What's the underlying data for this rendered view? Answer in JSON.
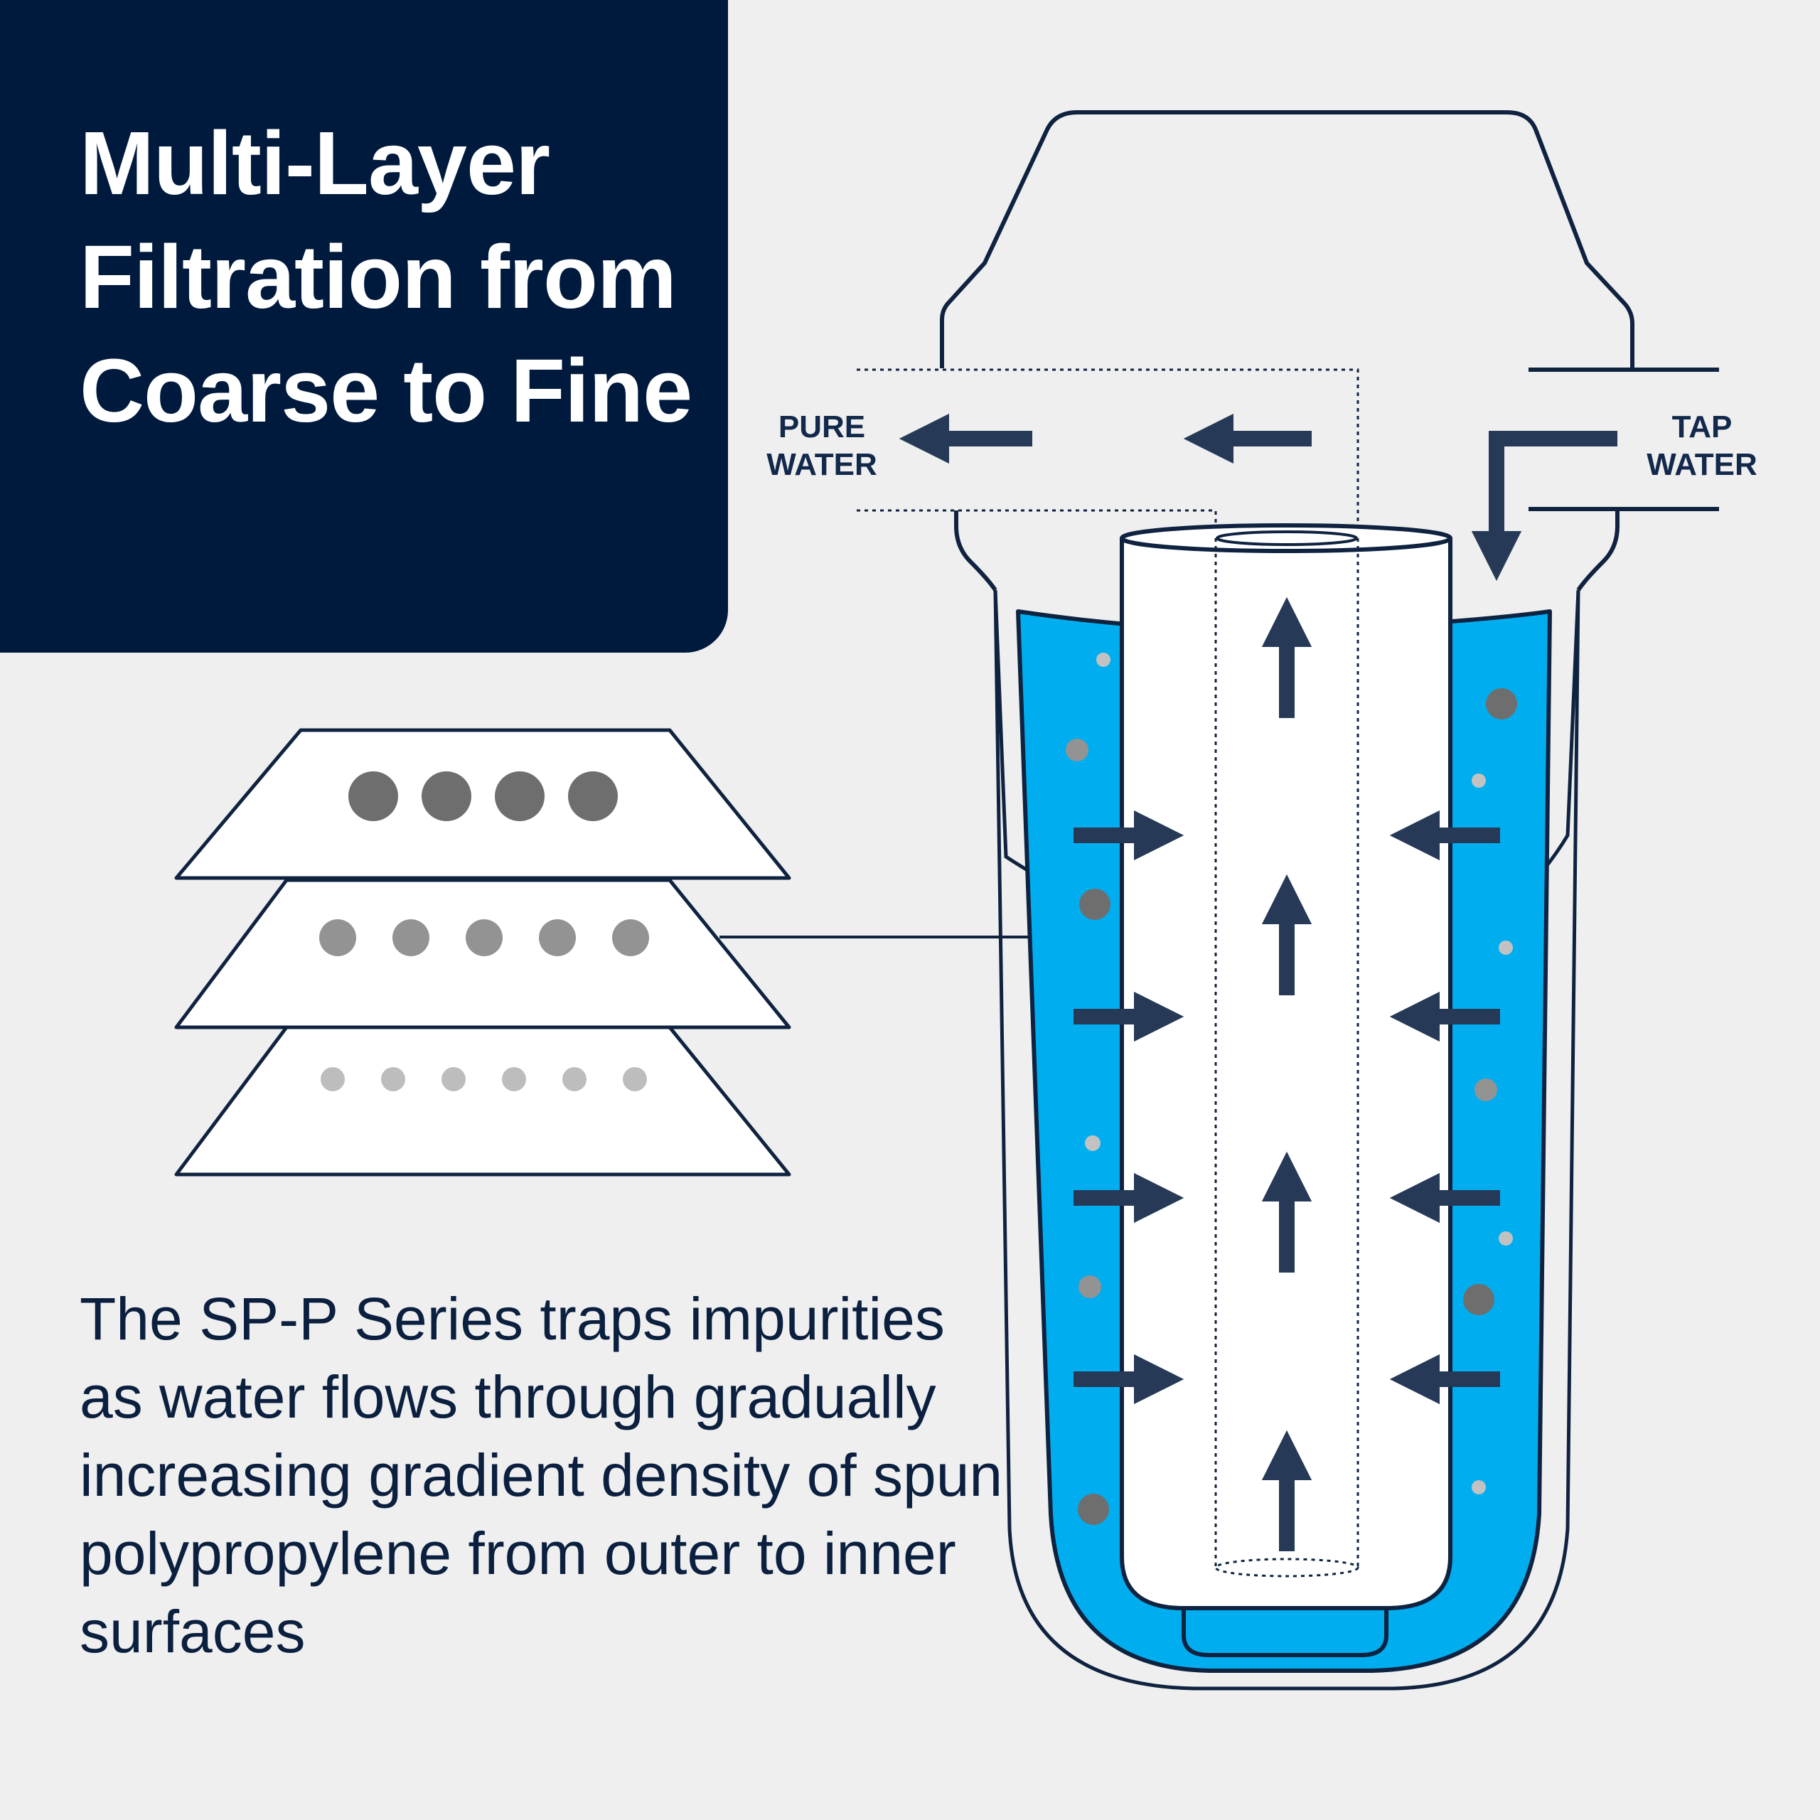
{
  "title": "Multi-Layer Filtration from Coarse to Fine",
  "description": "The SP-P Series traps impurities as water flows through gradually increasing gradient density of spun polypropylene from outer to inner surfaces",
  "labels": {
    "pure_line1": "PURE",
    "pure_line2": "WATER",
    "tap_line1": "TAP",
    "tap_line2": "WATER"
  },
  "colors": {
    "navy": "#001a3d",
    "water_blue": "#00aef0",
    "arrow": "#263a58",
    "outline": "#0f2340",
    "particle_dark": "#6e6e6e",
    "particle_mid": "#939393",
    "particle_light": "#bdbdbd"
  }
}
